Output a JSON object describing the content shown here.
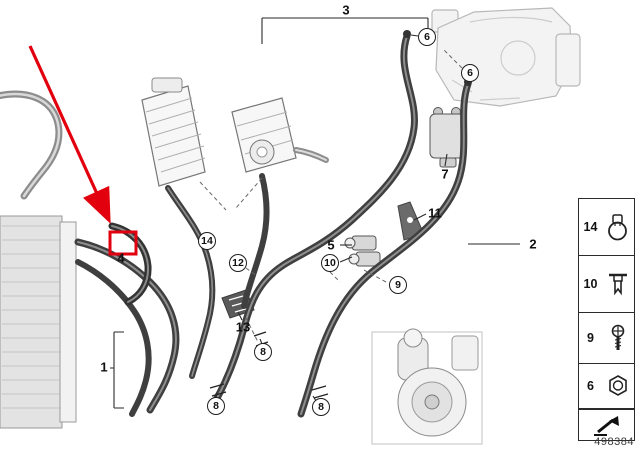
{
  "diagram": {
    "drawing_number": "498384",
    "highlight": {
      "color": "#e2000f",
      "part_label": "4"
    },
    "callouts": [
      {
        "label": "3"
      },
      {
        "label": "6"
      },
      {
        "label": "6"
      },
      {
        "label": "7"
      },
      {
        "label": "11"
      },
      {
        "label": "2"
      },
      {
        "label": "5"
      },
      {
        "label": "10"
      },
      {
        "label": "9"
      },
      {
        "label": "14"
      },
      {
        "label": "12"
      },
      {
        "label": "13"
      },
      {
        "label": "4"
      },
      {
        "label": "1"
      },
      {
        "label": "8"
      },
      {
        "label": "8"
      },
      {
        "label": "8"
      }
    ],
    "legend": {
      "items": [
        {
          "label": "14",
          "icon": "hose-clamp-icon"
        },
        {
          "label": "10",
          "icon": "expander-clip-icon"
        },
        {
          "label": "9",
          "icon": "screw-icon"
        },
        {
          "label": "6",
          "icon": "hex-nut-icon"
        }
      ],
      "footer_icon": "direction-arrow-icon"
    }
  }
}
